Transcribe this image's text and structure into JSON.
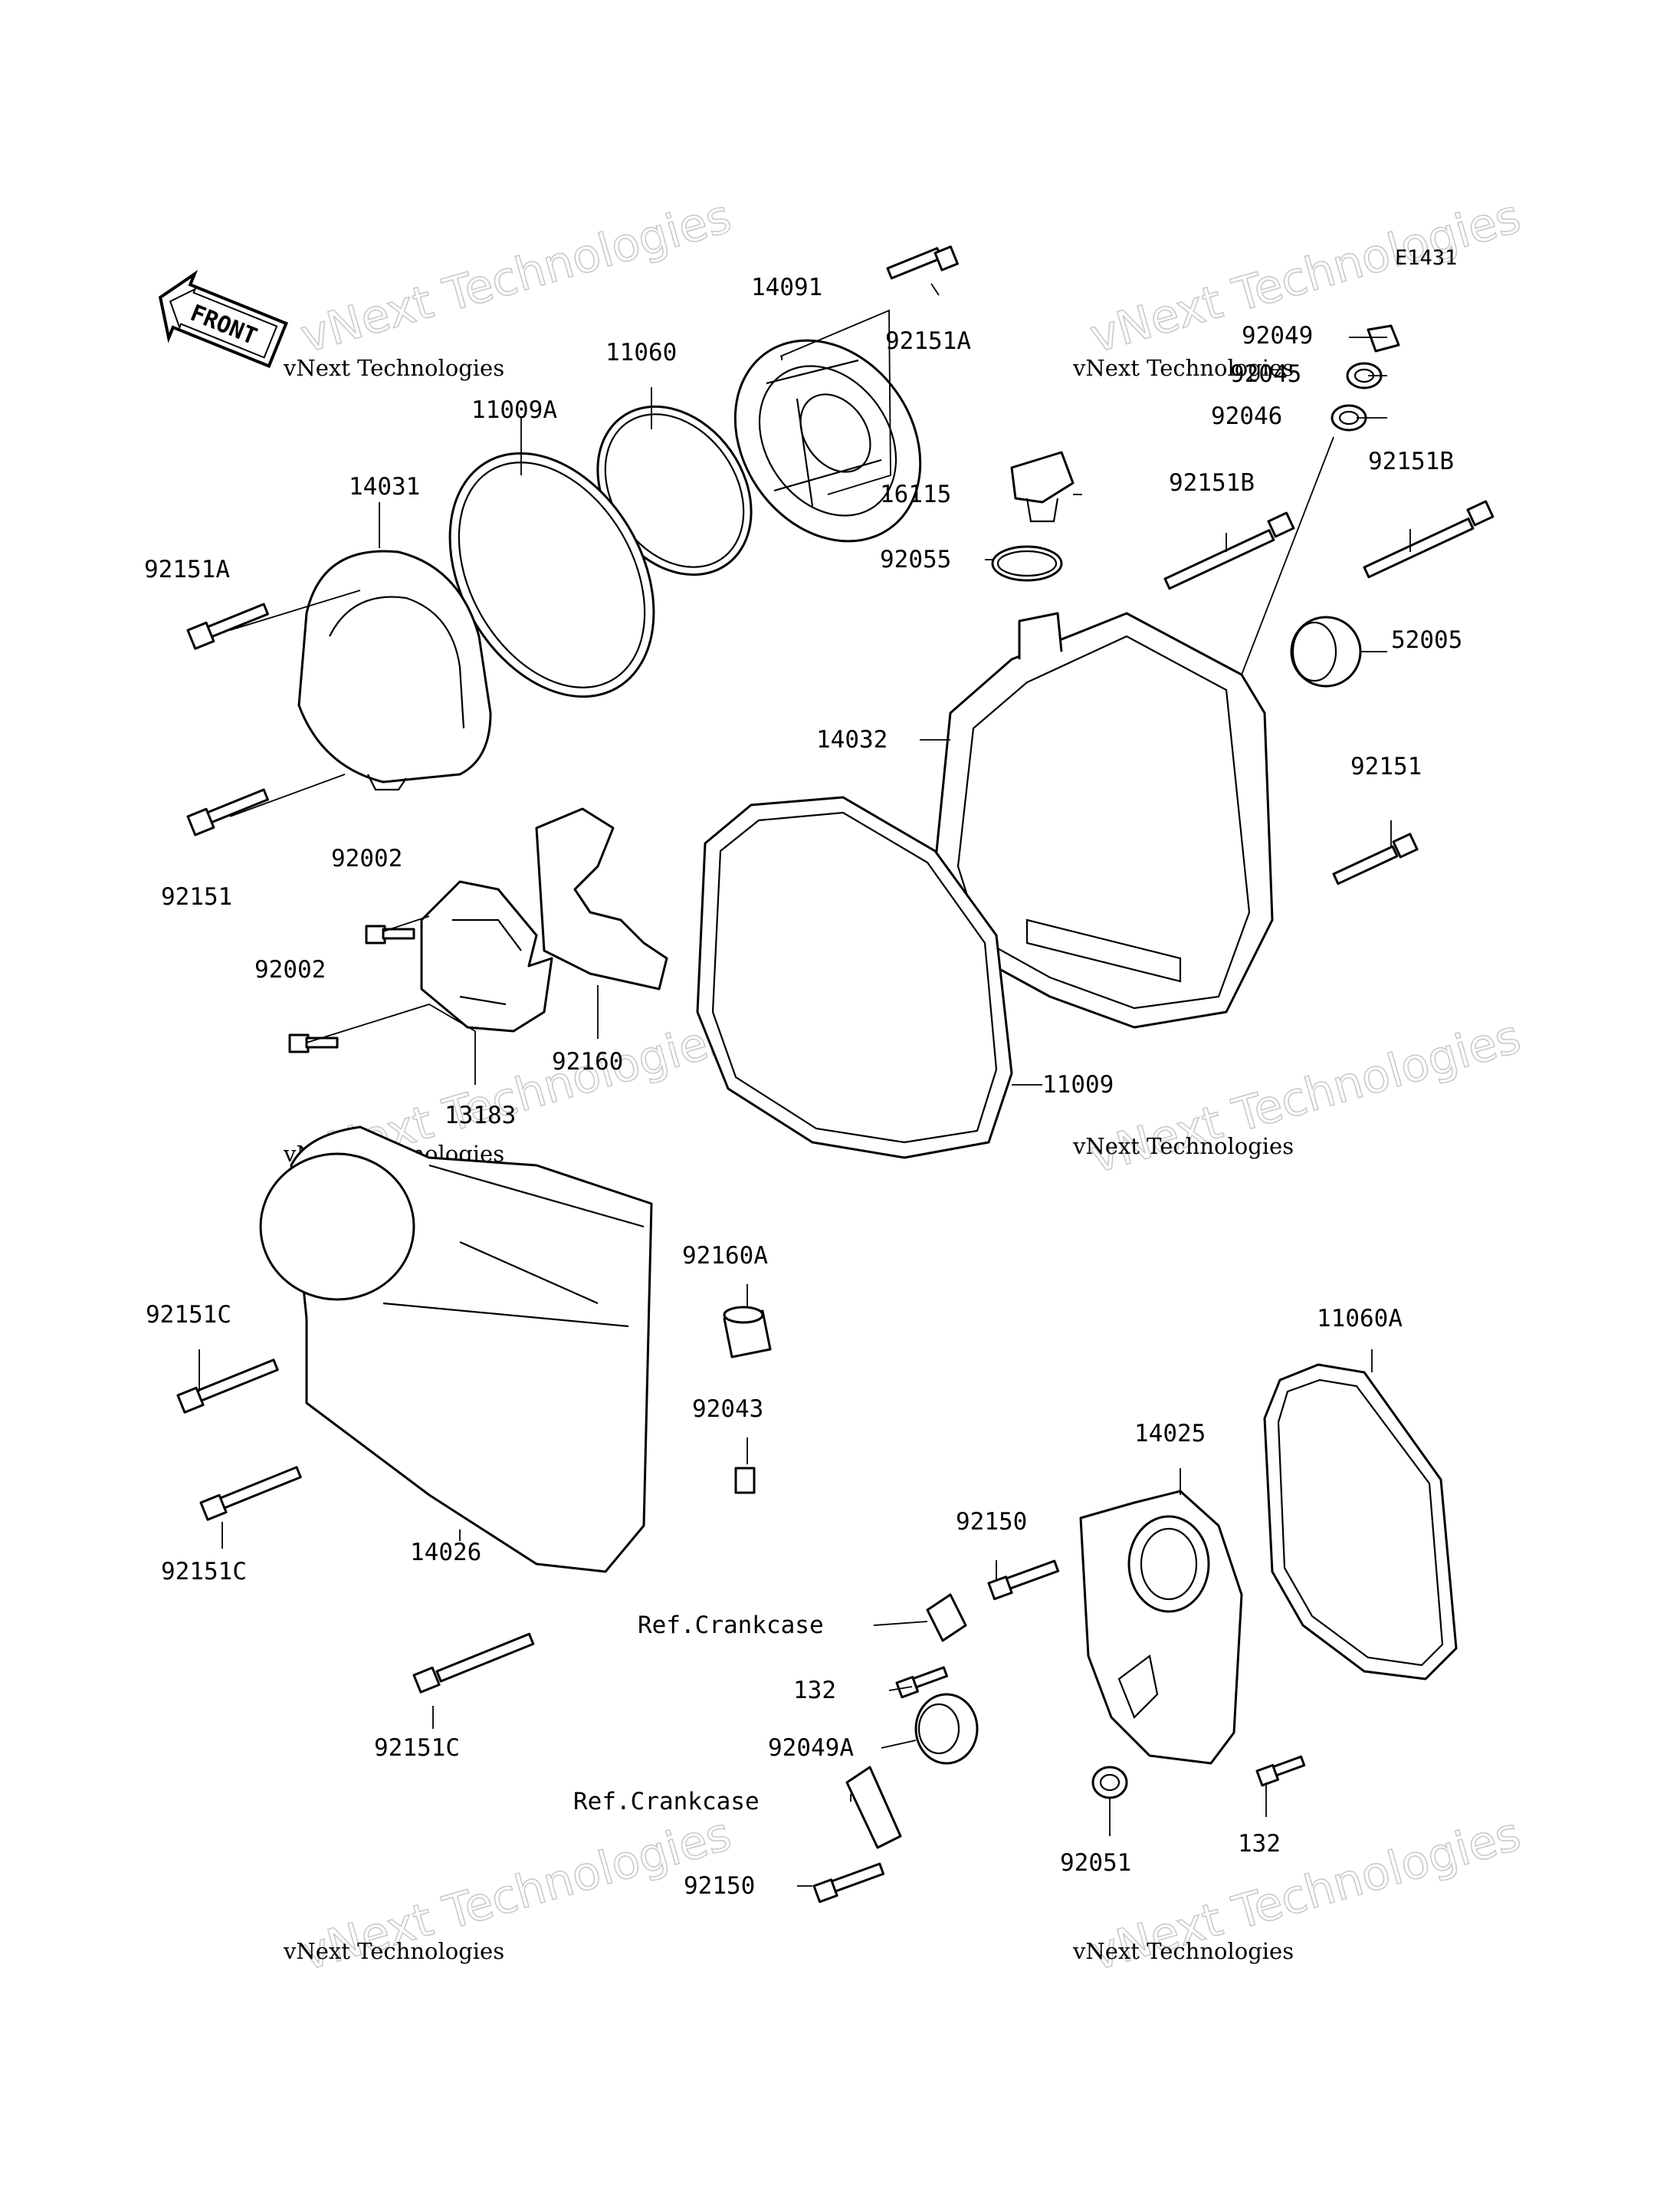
{
  "diagram_code": "E1431",
  "front_label": "FRONT",
  "watermark": {
    "big": "vNext Technologies",
    "small": "vNext Technologies"
  },
  "callouts": {
    "p14091": "14091",
    "p92151A_top": "92151A",
    "p11060": "11060",
    "p11009A": "11009A",
    "p14031": "14031",
    "p92151A_left": "92151A",
    "p92151_left": "92151",
    "p92049": "92049",
    "p92045": "92045",
    "p92046": "92046",
    "p16115": "16115",
    "p92055": "92055",
    "p92151B_a": "92151B",
    "p92151B_b": "92151B",
    "p52005": "52005",
    "p14032": "14032",
    "p92151_right": "92151",
    "p92002_a": "92002",
    "p92002_b": "92002",
    "p13183": "13183",
    "p92160": "92160",
    "p11009": "11009",
    "p92160A": "92160A",
    "p92151C_a": "92151C",
    "p92151C_b": "92151C",
    "p92151C_c": "92151C",
    "p14026": "14026",
    "p92043": "92043",
    "p11060A": "11060A",
    "p14025": "14025",
    "p92150_a": "92150",
    "p92150_b": "92150",
    "ref_crankcase_a": "Ref.Crankcase",
    "ref_crankcase_b": "Ref.Crankcase",
    "p132_a": "132",
    "p132_b": "132",
    "p92049A": "92049A",
    "p92051": "92051"
  }
}
